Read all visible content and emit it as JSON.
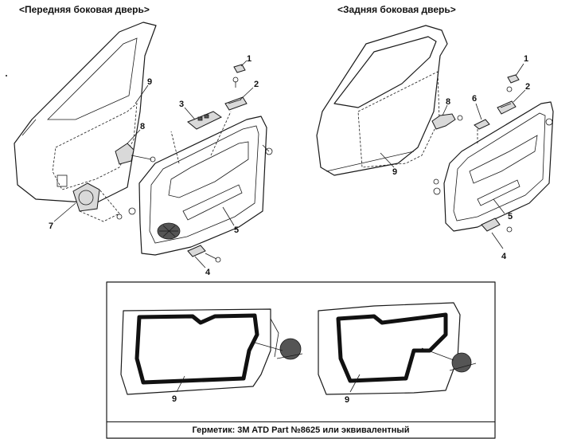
{
  "titles": {
    "front": "<Передняя боковая дверь>",
    "rear": "<Задняя боковая дверь>"
  },
  "front_callouts": [
    "1",
    "2",
    "3",
    "9",
    "8",
    "5",
    "7",
    "4"
  ],
  "rear_callouts": [
    "1",
    "2",
    "6",
    "8",
    "9",
    "5",
    "4"
  ],
  "inset_callouts": [
    "9",
    "9"
  ],
  "caption": "Герметик: 3M ATD Part №8625 или эквивалентный"
}
